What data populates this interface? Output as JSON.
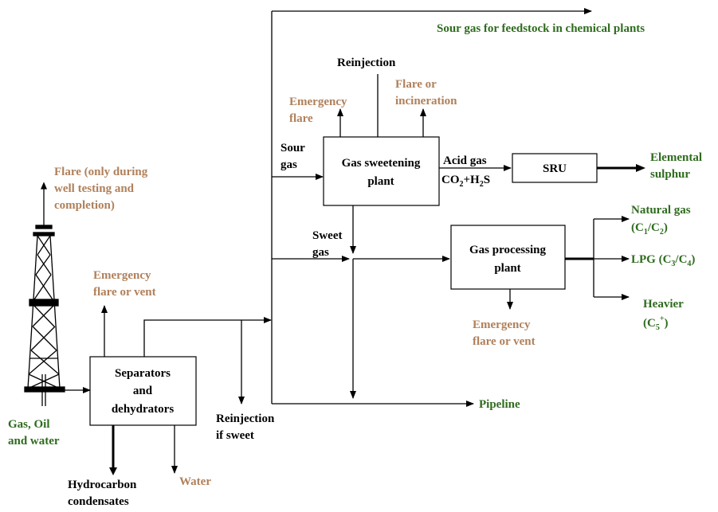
{
  "colors": {
    "line": "#000000",
    "label": "#000000",
    "emission": "#b0805a",
    "product": "#2e6b1e"
  },
  "icons": {
    "well": "oil-derrick-icon"
  },
  "nodes": {
    "separators": [
      "Separators",
      "and",
      "dehydrators"
    ],
    "sweetening": [
      "Gas sweetening",
      "plant"
    ],
    "sru": "SRU",
    "processing": [
      "Gas processing",
      "plant"
    ]
  },
  "labels": {
    "well_flare": [
      "Flare (only during",
      "well testing and",
      "completion)"
    ],
    "gas_oil_water": [
      "Gas, Oil",
      "and water"
    ],
    "sep_flare": [
      "Emergency",
      "flare or vent"
    ],
    "hydrocarbon": [
      "Hydrocarbon",
      "condensates"
    ],
    "water": "Water",
    "reinjection_sweet": [
      "Reinjection",
      "if sweet"
    ],
    "sour_gas_feedstock": "Sour gas for feedstock in chemical plants",
    "reinjection": "Reinjection",
    "emergency_flare": [
      "Emergency",
      "flare"
    ],
    "flare_incineration": [
      "Flare or",
      "incineration"
    ],
    "sour_gas": [
      "Sour",
      "gas"
    ],
    "acid_gas": "Acid gas",
    "acid_gas_formula": {
      "a": "CO",
      "a_sub": "2",
      "b": "+H",
      "b_sub": "2",
      "c": "S"
    },
    "elemental_sulphur": [
      "Elemental",
      "sulphur"
    ],
    "sweet_gas": [
      "Sweet",
      "gas"
    ],
    "natural_gas": {
      "line1": "Natural gas",
      "pre": "(C",
      "s1": "1",
      "mid": "/C",
      "s2": "2",
      "post": ")"
    },
    "lpg": {
      "pre": "LPG (C",
      "s1": "3",
      "mid": "/C",
      "s2": "4",
      "post": ")"
    },
    "heavier": {
      "line1": "Heavier",
      "pre": "(C",
      "sub": "5",
      "sup": "+",
      "post": ")"
    },
    "proc_flare": [
      "Emergency",
      "flare or vent"
    ],
    "pipeline": "Pipeline"
  }
}
